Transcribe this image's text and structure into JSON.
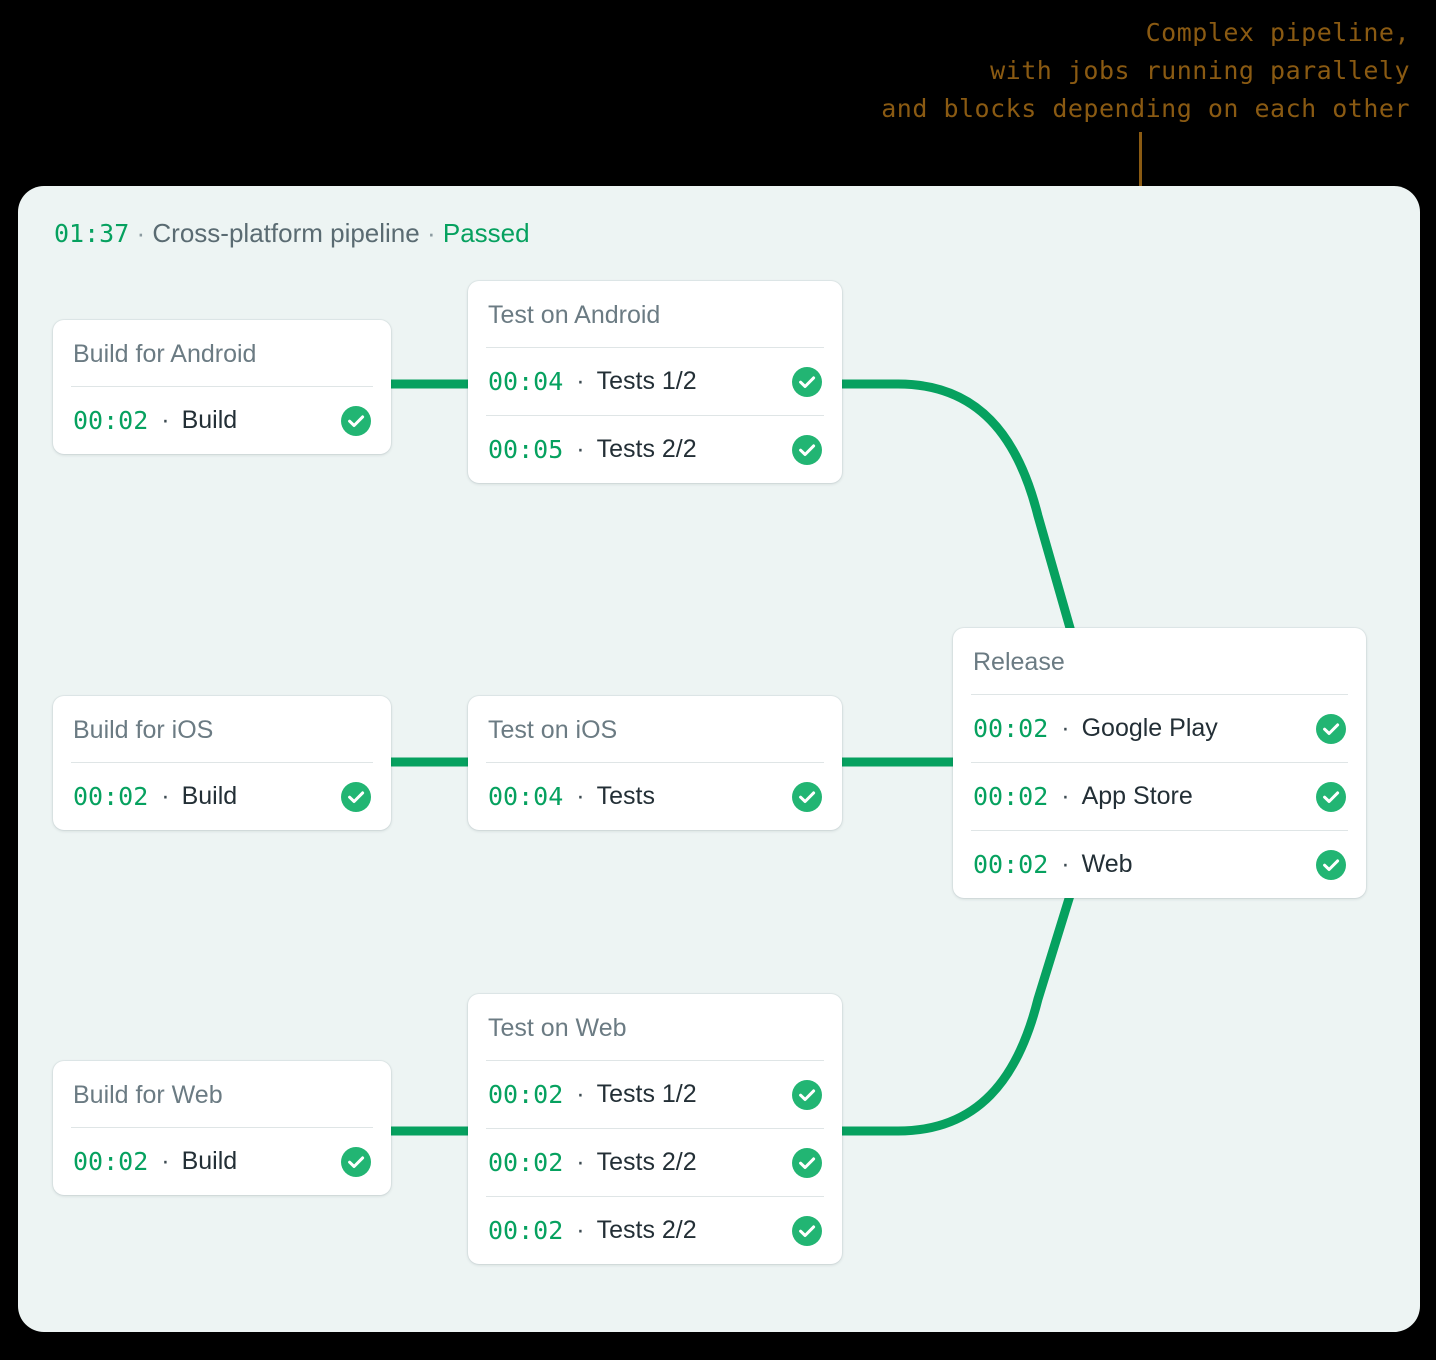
{
  "annotation": {
    "text": "Complex pipeline,\nwith jobs running parallely\nand blocks depending on each other",
    "color": "#8a5a12"
  },
  "panel": {
    "background": "#edf4f3",
    "header": {
      "duration": "01:37",
      "separator_1": "·",
      "pipeline_name": "Cross-platform pipeline",
      "separator_2": "·",
      "status": "Passed",
      "status_color": "#06a15f"
    }
  },
  "theme": {
    "accent_green": "#06a15f",
    "card_background": "#ffffff",
    "title_gray": "#6b7b83",
    "job_text": "#232f36"
  },
  "blocks": [
    {
      "id": "build-for-android",
      "title": "Build for Android",
      "jobs": [
        {
          "time": "00:02",
          "dot": "·",
          "name": "Build",
          "status": "passed",
          "status_icon": "check-circle-icon"
        }
      ]
    },
    {
      "id": "test-on-android",
      "title": "Test on Android",
      "jobs": [
        {
          "time": "00:04",
          "dot": "·",
          "name": "Tests 1/2",
          "status": "passed",
          "status_icon": "check-circle-icon"
        },
        {
          "time": "00:05",
          "dot": "·",
          "name": "Tests 2/2",
          "status": "passed",
          "status_icon": "check-circle-icon"
        }
      ]
    },
    {
      "id": "build-for-ios",
      "title": "Build for iOS",
      "jobs": [
        {
          "time": "00:02",
          "dot": "·",
          "name": "Build",
          "status": "passed",
          "status_icon": "check-circle-icon"
        }
      ]
    },
    {
      "id": "test-on-ios",
      "title": "Test on iOS",
      "jobs": [
        {
          "time": "00:04",
          "dot": "·",
          "name": "Tests",
          "status": "passed",
          "status_icon": "check-circle-icon"
        }
      ]
    },
    {
      "id": "build-for-web",
      "title": "Build for Web",
      "jobs": [
        {
          "time": "00:02",
          "dot": "·",
          "name": "Build",
          "status": "passed",
          "status_icon": "check-circle-icon"
        }
      ]
    },
    {
      "id": "test-on-web",
      "title": "Test on Web",
      "jobs": [
        {
          "time": "00:02",
          "dot": "·",
          "name": "Tests 1/2",
          "status": "passed",
          "status_icon": "check-circle-icon"
        },
        {
          "time": "00:02",
          "dot": "·",
          "name": "Tests 2/2",
          "status": "passed",
          "status_icon": "check-circle-icon"
        },
        {
          "time": "00:02",
          "dot": "·",
          "name": "Tests 2/2",
          "status": "passed",
          "status_icon": "check-circle-icon"
        }
      ]
    },
    {
      "id": "release",
      "title": "Release",
      "jobs": [
        {
          "time": "00:02",
          "dot": "·",
          "name": "Google Play",
          "status": "passed",
          "status_icon": "check-circle-icon"
        },
        {
          "time": "00:02",
          "dot": "·",
          "name": "App Store",
          "status": "passed",
          "status_icon": "check-circle-icon"
        },
        {
          "time": "00:02",
          "dot": "·",
          "name": "Web",
          "status": "passed",
          "status_icon": "check-circle-icon"
        }
      ]
    }
  ]
}
